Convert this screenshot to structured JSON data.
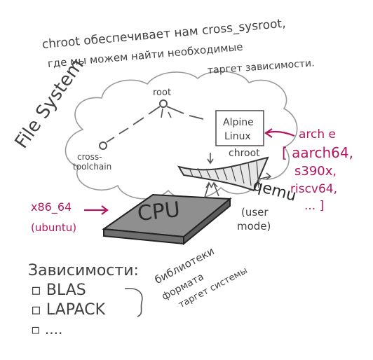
{
  "header": {
    "line1": "chroot обеспечивает нам cross_sysroot,",
    "line2": "где мы можем найти необходимые",
    "line3": "таргет зависимости."
  },
  "filesystem": {
    "label": "File System",
    "root": "root",
    "toolchain_line1": "cross-",
    "toolchain_line2": "toolchain",
    "alpine_line1": "Alpine",
    "alpine_line2": "Linux",
    "chroot": "chroot"
  },
  "cpu": {
    "label": "CPU",
    "host_line1": "x86_64",
    "host_line2": "(ubuntu)"
  },
  "qemu": {
    "name": "qemu",
    "mode_line1": "(user",
    "mode_line2": "mode)"
  },
  "arch": {
    "line1": "arch e",
    "line2": "[ aarch64,",
    "line3": "s390x,",
    "line4": "riscv64,",
    "line5": "... ]"
  },
  "deps": {
    "title": "Зависимости:",
    "items": [
      "BLAS",
      "LAPACK",
      "...."
    ],
    "note_line1": "библиотеки",
    "note_line2": "формата",
    "note_line3": "таргет системы"
  },
  "colors": {
    "ink": "#404040",
    "accent": "#b3165f",
    "cpu_fill": "#8f8f8f"
  }
}
